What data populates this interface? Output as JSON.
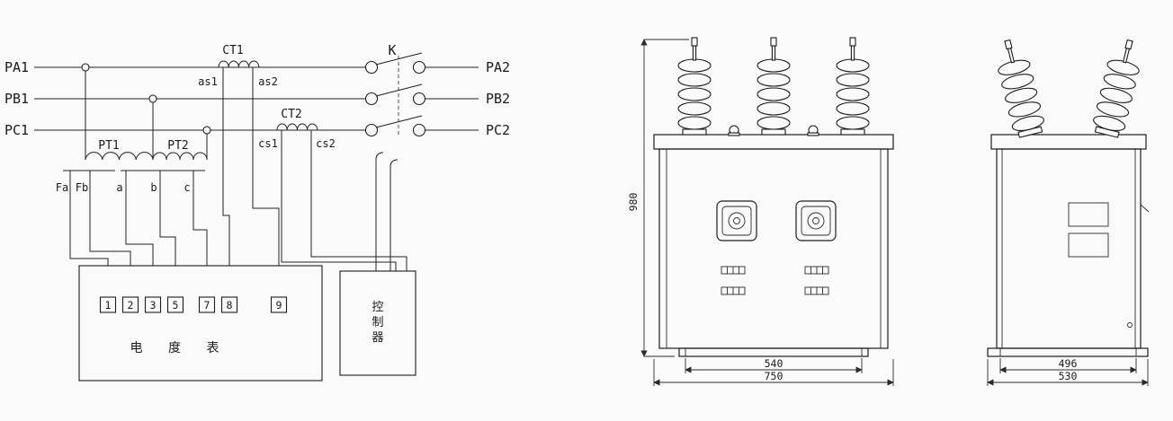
{
  "colors": {
    "background": "#fafafa",
    "ink": "#1d1d1d"
  },
  "schematic": {
    "phases_in": [
      "PA1",
      "PB1",
      "PC1"
    ],
    "phases_out": [
      "PA2",
      "PB2",
      "PC2"
    ],
    "ct1_label": "CT1",
    "ct2_label": "CT2",
    "ct1_terminals": [
      "as1",
      "as2"
    ],
    "ct2_terminals": [
      "cs1",
      "cs2"
    ],
    "switch_label": "K",
    "pt_labels": [
      "PT1",
      "PT2"
    ],
    "pt_terminals": [
      "Fa",
      "Fb",
      "a",
      "b",
      "c"
    ],
    "meter": {
      "terminals": [
        "1",
        "2",
        "3",
        "5",
        "7",
        "8",
        "9"
      ],
      "label": "电 度 表"
    },
    "controller": {
      "chars": [
        "控",
        "制",
        "器"
      ]
    }
  },
  "front_view": {
    "dim_height": "980",
    "dim_inner_width": "540",
    "dim_outer_width": "750"
  },
  "side_view": {
    "dim_inner_width": "496",
    "dim_outer_width": "530"
  }
}
